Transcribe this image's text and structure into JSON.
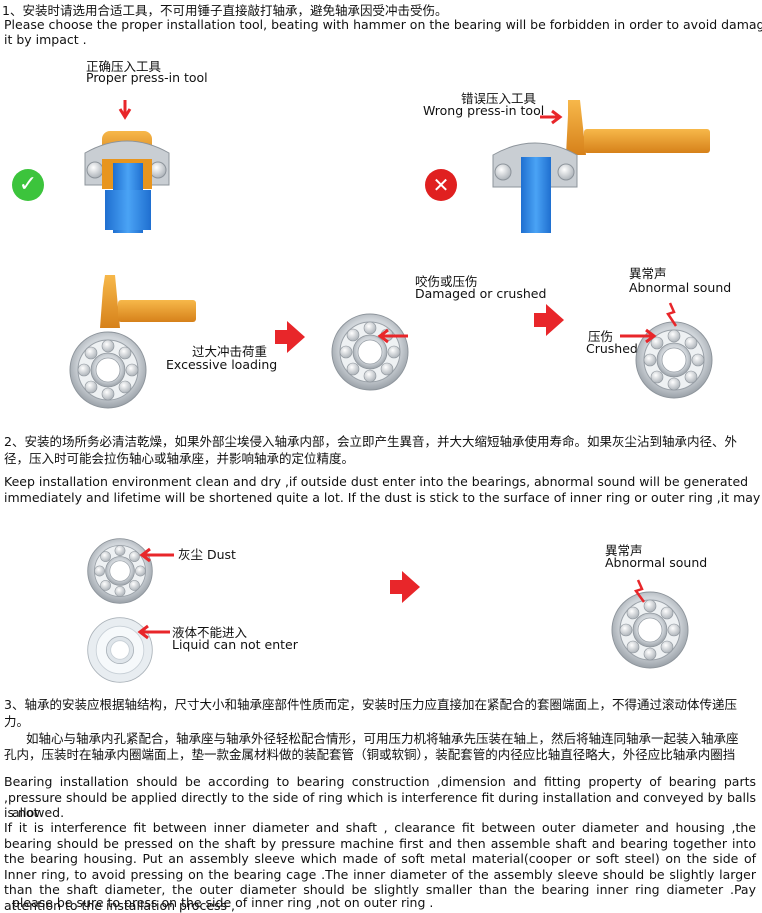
{
  "section1": {
    "zh": "1、安装时请选用合适工具，不可用锤子直接敲打轴承，避免轴承因受冲击受伤。",
    "en_line1": "Please choose the proper installation tool, beating with hammer on the bearing will be forbidden in order to avoid damage",
    "en_line2": "it by impact ."
  },
  "fig1": {
    "proper_zh": "正确压入工具",
    "proper_en": "Proper press-in tool",
    "wrong_zh": "错误压入工具",
    "wrong_en": "Wrong press-in tool",
    "ok_mark": "✓",
    "bad_mark": "✕"
  },
  "fig2": {
    "excessive_zh": "过大冲击荷重",
    "excessive_en": "Excessive loading",
    "damaged_zh": "咬伤或压伤",
    "damaged_en": "Damaged or crushed",
    "abnormal_zh": "異常声",
    "abnormal_en": "Abnormal sound",
    "crushed_zh": "压伤",
    "crushed_en": "Crushed"
  },
  "section2": {
    "zh_line1": "2、安装的场所务必清洁乾燥，如果外部尘埃侵入轴承内部，会立即产生異音，并大大缩短轴承使用寿命。如果灰尘沾到轴承内径、外",
    "zh_line2": "径，压入时可能会拉伤轴心或轴承座，并影响轴承的定位精度。",
    "en_line1": "Keep installation environment clean and dry ,if outside dust enter into the bearings, abnormal sound will be generated",
    "en_line2": "immediately and lifetime will be shortened quite a lot. If the dust is stick to the surface of inner ring or outer ring ,it may"
  },
  "fig3": {
    "dust": "灰尘 Dust",
    "liquid_zh": "液体不能进入",
    "liquid_en": "Liquid can not enter",
    "abnormal_zh": "異常声",
    "abnormal_en": "Abnormal sound"
  },
  "section3": {
    "zh_line1": "3、轴承的安装应根据轴结构，尺寸大小和轴承座部件性质而定，安装时压力应直接加在紧配合的套圈端面上，不得通过滚动体传递压",
    "zh_line2": "力。",
    "zh_line3": "如轴心与轴承内孔紧配合，轴承座与轴承外径轻松配合情形，可用压力机将轴承先压装在轴上，然后将轴连同轴承一起装入轴承座",
    "zh_line4": "孔内，压装时在轴承内圈端面上，垫一款金属材料做的装配套管（铜或软铜），装配套管的内径应比轴直径略大，外径应比轴承内圈挡",
    "en_para1": "Bearing installation should be according to bearing construction ,dimension and fitting property of bearing parts ,pressure should be applied directly to the side of ring which is interference fit during installation and conveyed by balls is not",
    "en_para1_end": "allowed.",
    "en_para2": "If it is interference fit between inner diameter and shaft , clearance fit between outer diameter and housing ,the bearing should be pressed on the shaft by pressure machine first and then assemble shaft and bearing together into the bearing housing. Put an assembly sleeve which made of soft metal material(cooper or soft steel) on the side of Inner ring, to avoid pressing on the bearing cage .The inner diameter of the assembly sleeve should be slightly larger than the shaft diameter, the outer diameter should be slightly smaller than the bearing inner ring diameter .Pay attention to the installation process ,",
    "en_para2_end": "please be sure to press on the side of inner ring ,not on outer ring ."
  },
  "colors": {
    "arrow_red": "#e8262a",
    "check_green": "#3cc43c",
    "cross_red": "#e02020",
    "tool_orange": "#e8951e",
    "shaft_blue": "#2f86e0",
    "steel": "#c9ced3"
  }
}
